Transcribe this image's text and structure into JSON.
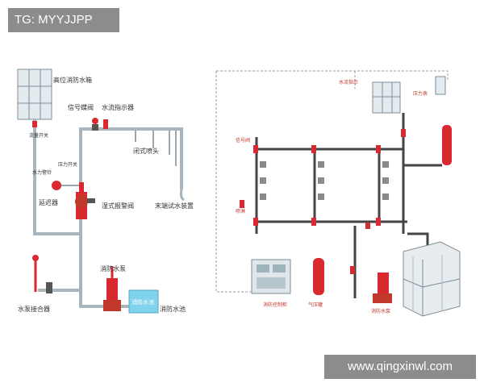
{
  "tag": {
    "text": "TG: MYYJJPP"
  },
  "watermark": {
    "text": "www.qingxinwl.com"
  },
  "left_diagram": {
    "labels": {
      "high_tank": "高位消防水箱",
      "flow_switch": "流量开关",
      "signal_valve": "信号蝶阀",
      "flow_indicator": "水流指示器",
      "closed_sprinkler": "闭式喷头",
      "pressure_switch": "压力开关",
      "water_bell": "水力警铃",
      "delay_device": "延迟器",
      "wet_alarm_valve": "湿式报警阀",
      "end_test": "末端试水装置",
      "fire_pump": "消防水泵",
      "adapter": "水泵接合器",
      "pool_inner": "消防水池",
      "pool": "消防水池"
    }
  },
  "right_diagram": {
    "labels": {
      "top_a": "水流指示",
      "top_b": "压力表",
      "left_a": "信号阀",
      "left_b": "喷淋",
      "bottom_a": "消防控制柜",
      "bottom_b": "气压罐",
      "bottom_c": "消防水泵"
    }
  },
  "colors": {
    "pipe": "#9aa7b0",
    "red": "#d9282f",
    "pool": "#7fd3ec",
    "dash": "#999999"
  }
}
